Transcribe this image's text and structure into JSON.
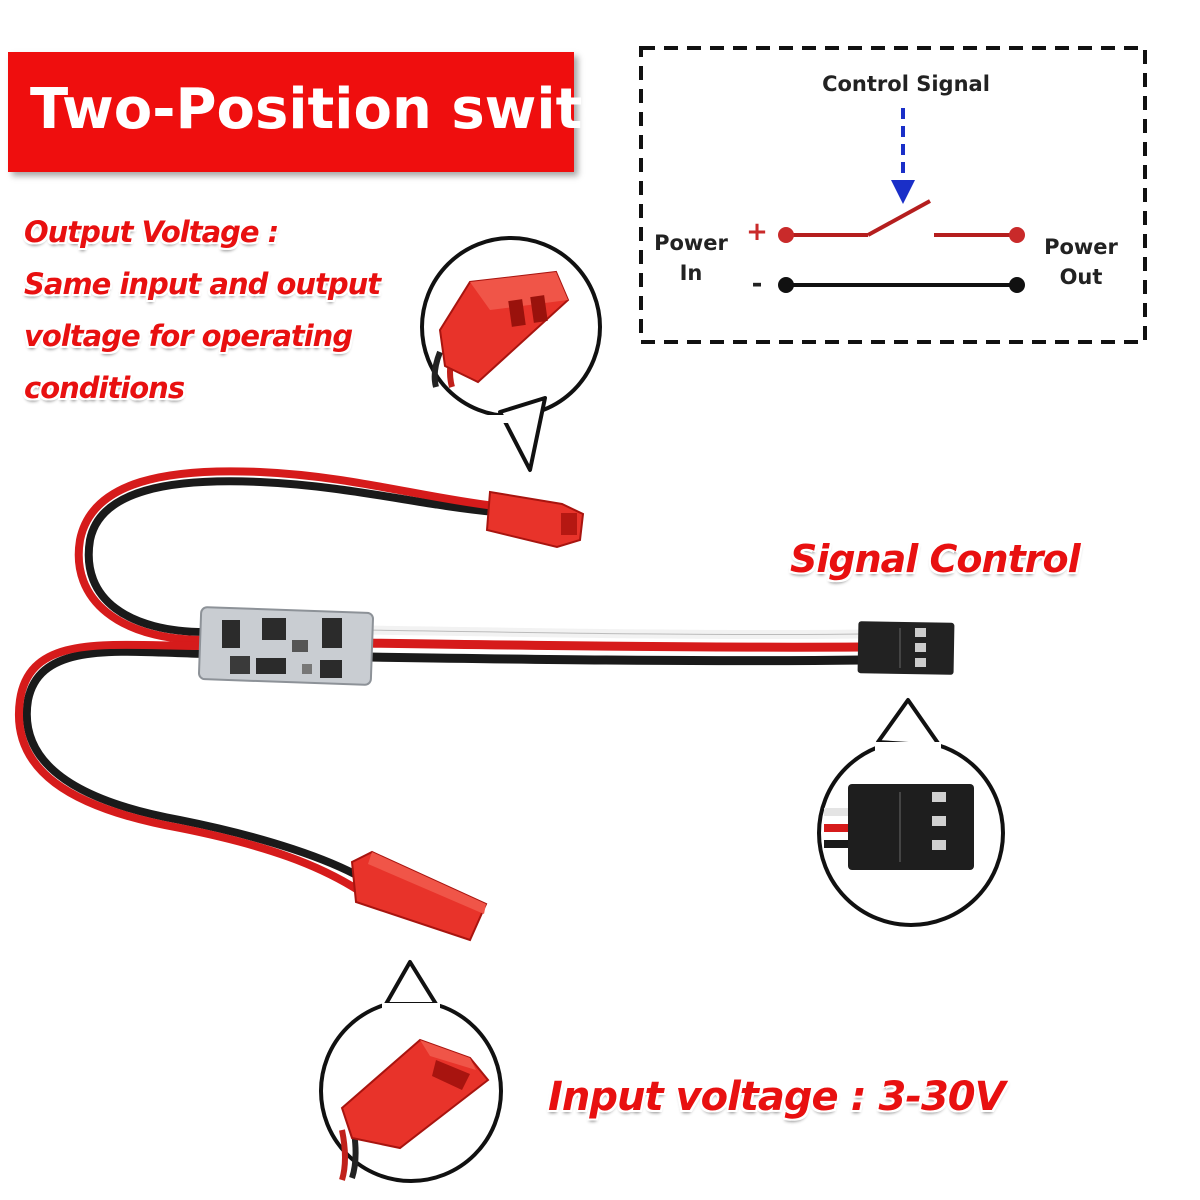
{
  "banner": {
    "title": "Two-Position switch"
  },
  "output_voltage": {
    "lines": [
      "Output Voltage :",
      "Same input and output",
      "voltage for operating",
      "conditions"
    ]
  },
  "signal_control": {
    "label": "Signal Control"
  },
  "input_voltage": {
    "label": "Input voltage : 3-30V"
  },
  "diagram": {
    "control_signal": "Control Signal",
    "plus": "+",
    "minus": "-",
    "power_in_line1": "Power",
    "power_in_line2": "In",
    "power_out_line1": "Power",
    "power_out_line2": "Out"
  },
  "colors": {
    "banner": "#ef0e0e",
    "label_red": "#e81010",
    "wire_red": "#d61b1b",
    "wire_black": "#1a1a1a",
    "connector_red": "#e8332a",
    "signal_arrow": "#1a2fc8"
  }
}
